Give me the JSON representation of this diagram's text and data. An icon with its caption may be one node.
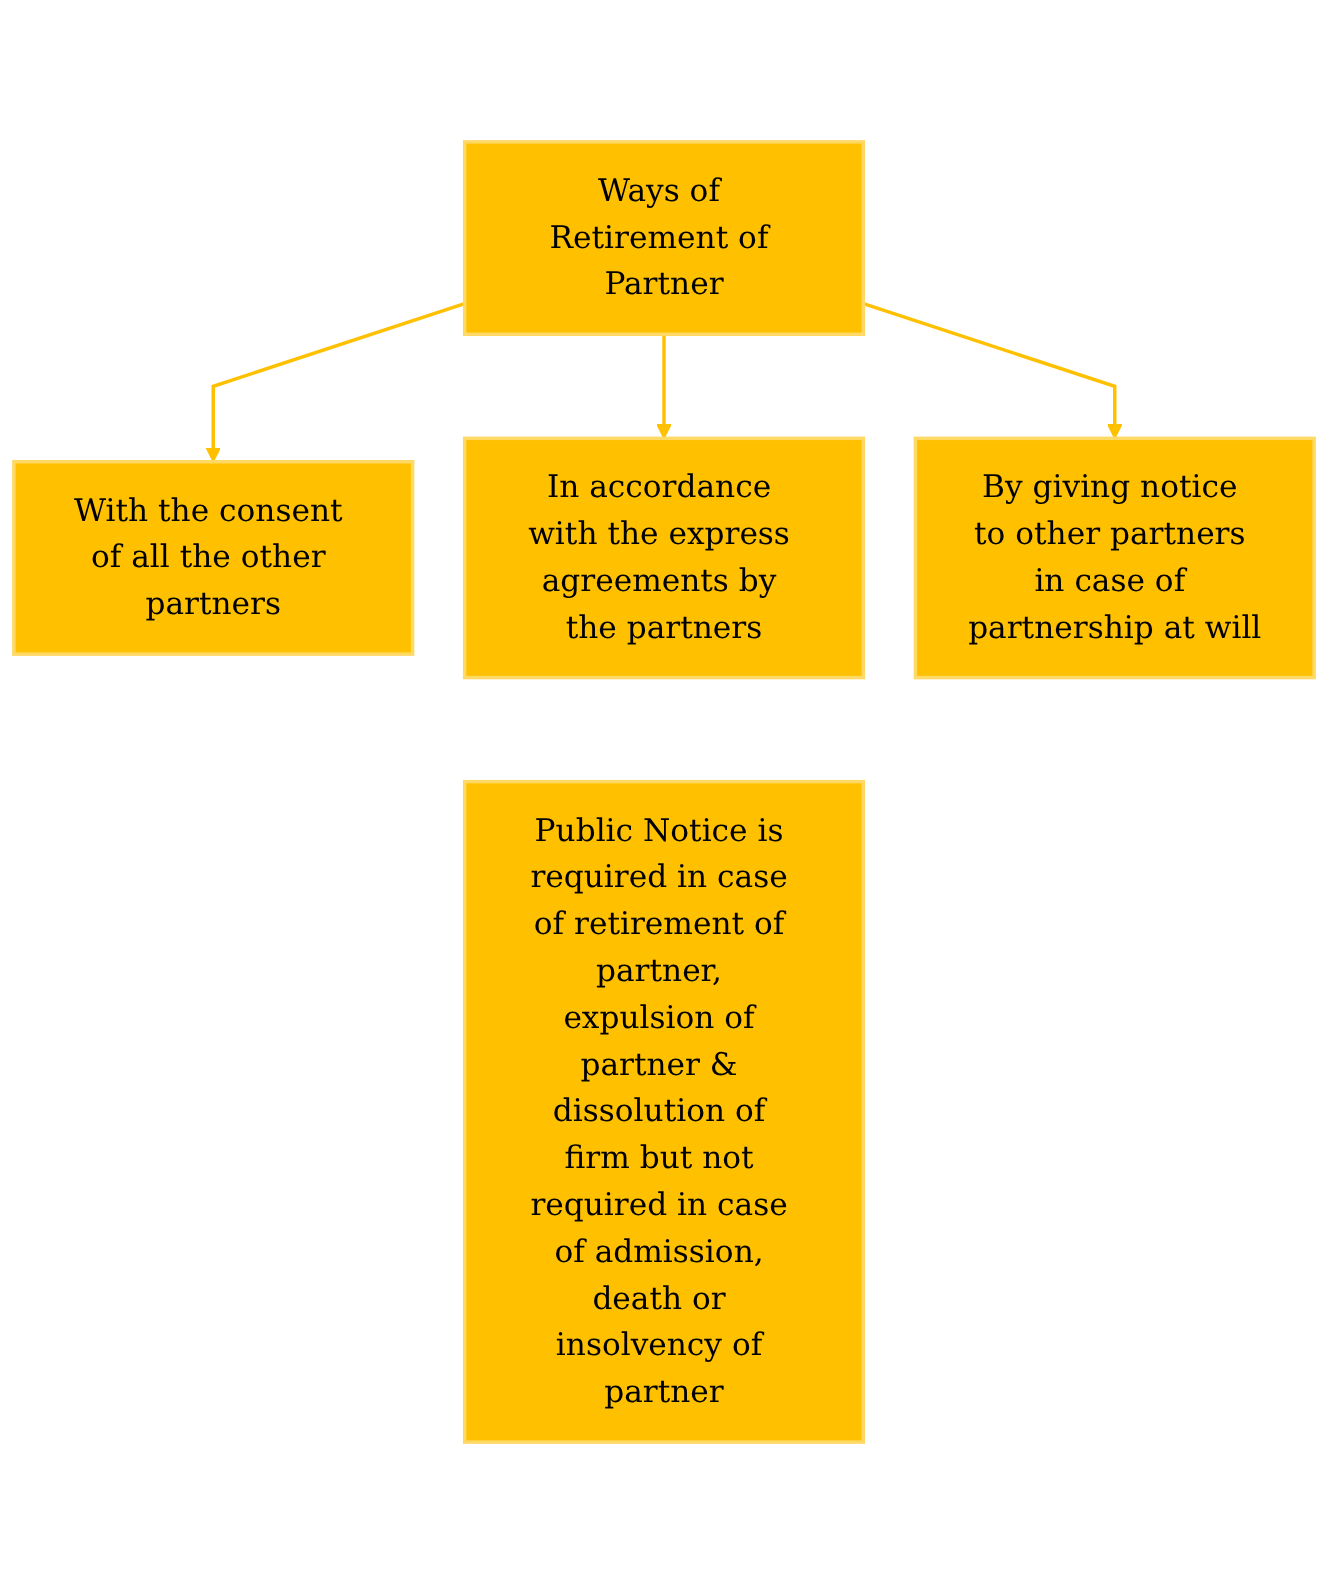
{
  "diagram": {
    "nodes": [
      {
        "text": [
          "Ways of Retirement of Partner"
        ]
      },
      {
        "text": [
          "With the consent of all the other partners"
        ]
      },
      {
        "text": [
          "In accordance with the express agreements by the partners"
        ]
      },
      {
        "text": [
          "By giving notice to other partners in case of partnership at will"
        ]
      },
      {
        "text": [
          "Public Notice is required in case of retirement of partner, expulsion of partner & dissolution of firm but not required in case of admission, death or insolvency of partner"
        ]
      }
    ],
    "edges": [
      {
        "from": 0,
        "to": 1,
        "arrow": "to"
      },
      {
        "from": 0,
        "to": 2,
        "arrow": "to"
      },
      {
        "from": 0,
        "to": 3,
        "arrow": "to"
      }
    ]
  }
}
